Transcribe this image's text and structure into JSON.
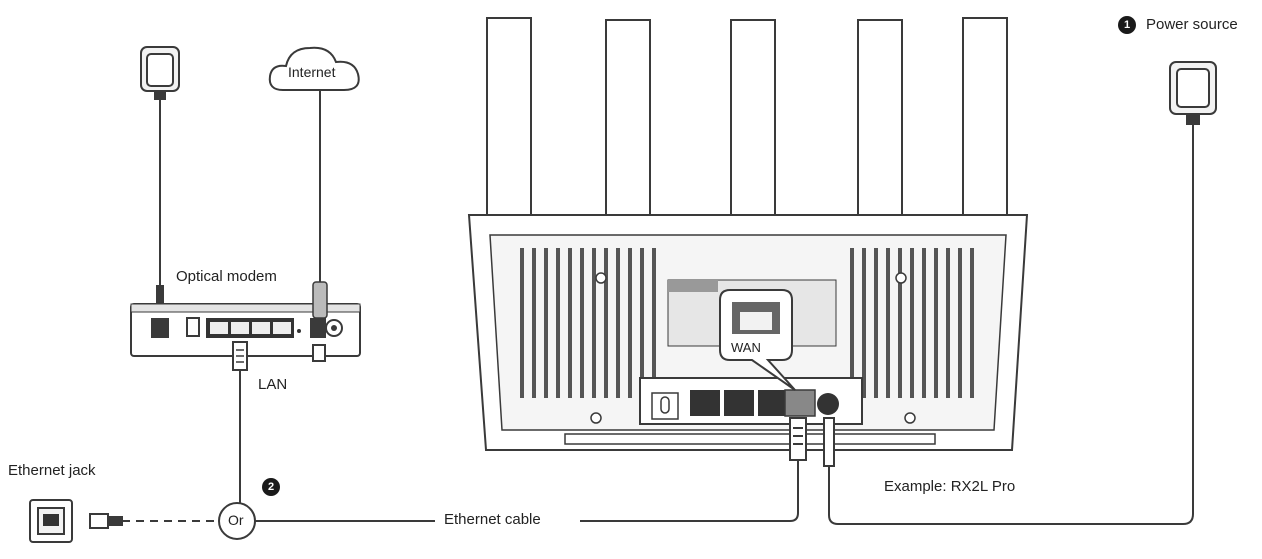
{
  "labels": {
    "step1_number": "1",
    "power_source": "Power source",
    "internet": "Internet",
    "optical_modem": "Optical modem",
    "lan": "LAN",
    "ethernet_jack": "Ethernet jack",
    "step2_number": "2",
    "or": "Or",
    "ethernet_cable": "Ethernet cable",
    "wan": "WAN",
    "example": "Example: RX2L Pro"
  },
  "colors": {
    "line": "#3a3a3a",
    "fill_light": "#f2f2f2",
    "fill_mid": "#d6d6d6",
    "fill_dark": "#333333",
    "badge": "#1a1a1a"
  }
}
